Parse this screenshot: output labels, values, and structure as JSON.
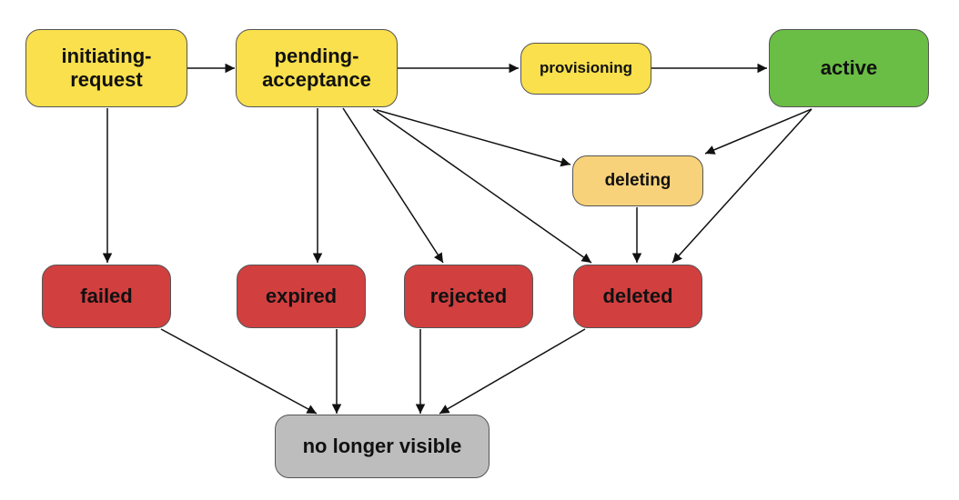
{
  "nodes": [
    {
      "id": "initiating-request",
      "label": "initiating-\nrequest",
      "color": "#f9e04c"
    },
    {
      "id": "pending-acceptance",
      "label": "pending-\nacceptance",
      "color": "#f9e04c"
    },
    {
      "id": "provisioning",
      "label": "provisioning",
      "color": "#f9e04c"
    },
    {
      "id": "active",
      "label": "active",
      "color": "#6abd45"
    },
    {
      "id": "deleting",
      "label": "deleting",
      "color": "#f8d27a"
    },
    {
      "id": "failed",
      "label": "failed",
      "color": "#d23f3f"
    },
    {
      "id": "expired",
      "label": "expired",
      "color": "#d23f3f"
    },
    {
      "id": "rejected",
      "label": "rejected",
      "color": "#d23f3f"
    },
    {
      "id": "deleted",
      "label": "deleted",
      "color": "#d23f3f"
    },
    {
      "id": "no-longer-visible",
      "label": "no longer visible",
      "color": "#bdbdbd"
    }
  ],
  "edges": [
    {
      "from": "initiating-request",
      "to": "pending-acceptance"
    },
    {
      "from": "pending-acceptance",
      "to": "provisioning"
    },
    {
      "from": "provisioning",
      "to": "active"
    },
    {
      "from": "initiating-request",
      "to": "failed"
    },
    {
      "from": "pending-acceptance",
      "to": "expired"
    },
    {
      "from": "pending-acceptance",
      "to": "rejected"
    },
    {
      "from": "pending-acceptance",
      "to": "deleted"
    },
    {
      "from": "pending-acceptance",
      "to": "deleting"
    },
    {
      "from": "active",
      "to": "deleting"
    },
    {
      "from": "active",
      "to": "deleted"
    },
    {
      "from": "deleting",
      "to": "deleted"
    },
    {
      "from": "failed",
      "to": "no-longer-visible"
    },
    {
      "from": "expired",
      "to": "no-longer-visible"
    },
    {
      "from": "rejected",
      "to": "no-longer-visible"
    },
    {
      "from": "deleted",
      "to": "no-longer-visible"
    }
  ]
}
